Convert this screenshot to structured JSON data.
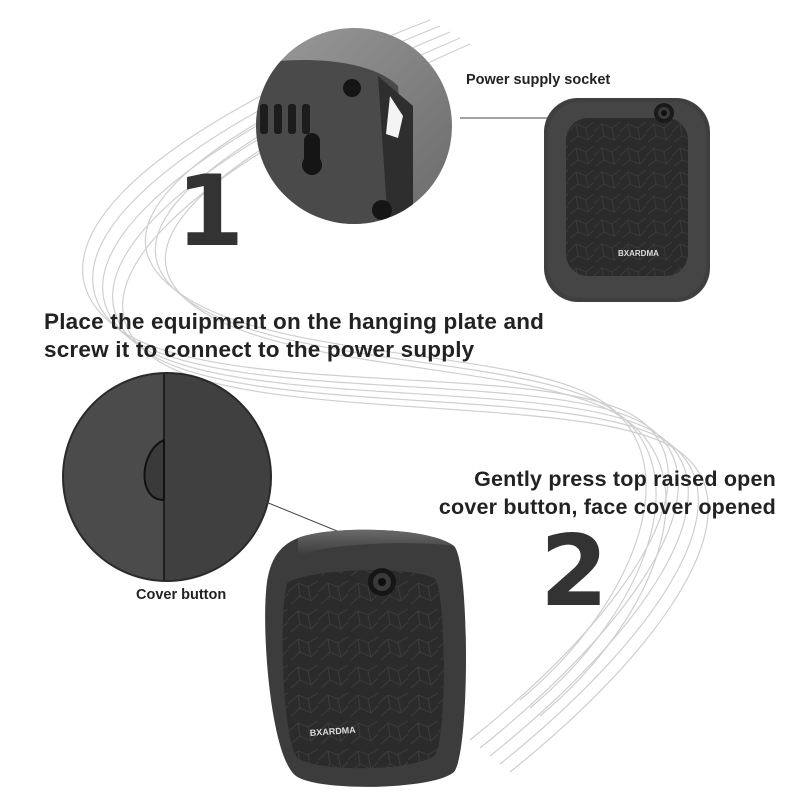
{
  "labels": {
    "power_socket": "Power supply socket",
    "cover_button": "Cover button"
  },
  "instructions": {
    "step1_number": "1",
    "step1_lines": [
      "Place the equipment on the hanging plate and",
      "screw it to connect to the power supply"
    ],
    "step2_number": "2",
    "step2_lines": [
      "Gently press top raised open",
      "cover button, face cover opened"
    ]
  },
  "device": {
    "brand_text": "BXARDMA",
    "brand_text_tilted": "BXARDMA"
  },
  "colors": {
    "device_body": "#3f3f3f",
    "device_face": "#2b2b2b",
    "swirl_lines": "#cfcfcf",
    "zoom_circle": "#7a7a7a"
  }
}
